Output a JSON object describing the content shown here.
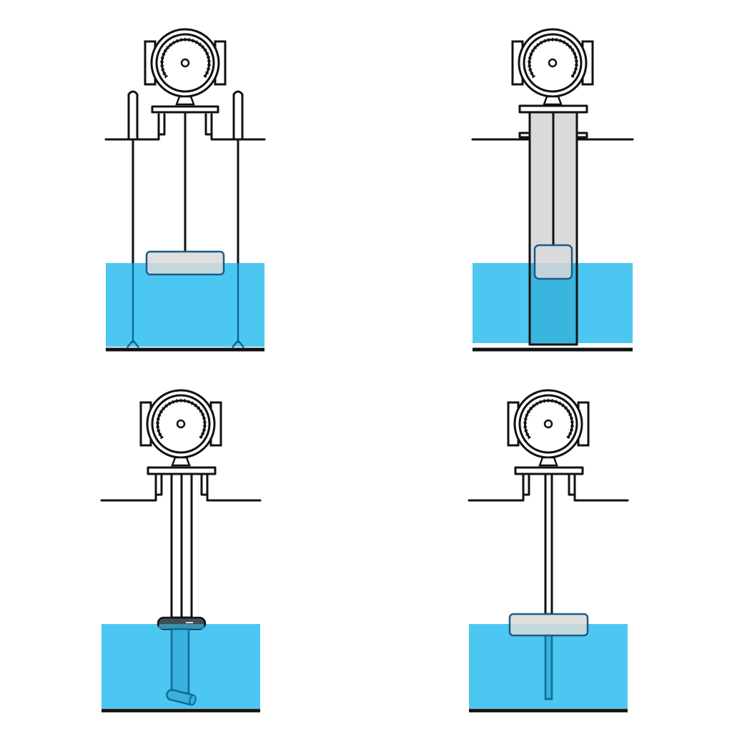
{
  "figure": {
    "panels": [
      {
        "id": "top-left",
        "variant": "float-with-guide-rods"
      },
      {
        "id": "top-right",
        "variant": "float-in-stilling-well"
      },
      {
        "id": "bottom-left",
        "variant": "hinged-rod-float"
      },
      {
        "id": "bottom-right",
        "variant": "float-on-stem"
      }
    ]
  },
  "colors": {
    "water": "#4cc7f2",
    "stroke": "#111111",
    "float_fill": "#d9d9d9",
    "float_stroke": "#1f5a85",
    "submerged_stroke": "#0f6a99",
    "well_fill": "#dadada"
  },
  "icons": [
    "dial-gauge-icon"
  ]
}
